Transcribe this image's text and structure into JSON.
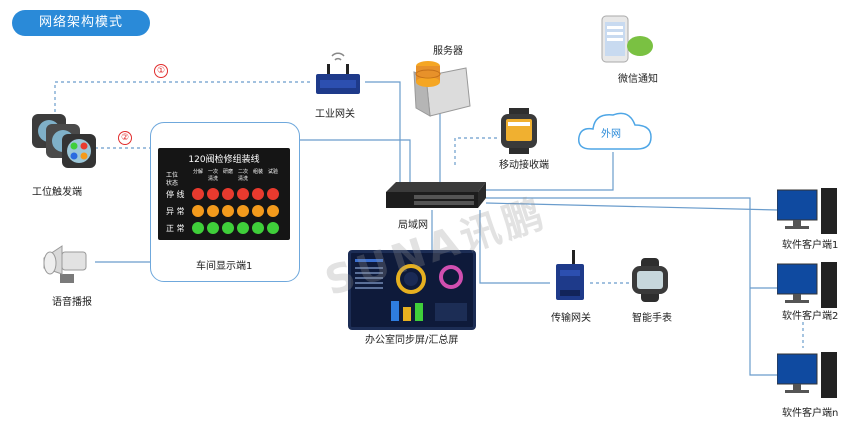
{
  "title": "网络架构模式",
  "labels": {
    "server": "服务器",
    "wechat": "微信通知",
    "industrial_gateway": "工业网关",
    "mobile_receiver": "移动接收端",
    "external_network": "外网",
    "lan": "局域网",
    "station_trigger": "工位触发端",
    "workshop_display": "车间显示端1",
    "voice_broadcast": "语音播报",
    "office_screen": "办公室同步屏/汇总屏",
    "transmission_gateway": "传输网关",
    "smart_watch": "智能手表",
    "client_1": "软件客户端1",
    "client_2": "软件客户端2",
    "client_n": "软件客户端n"
  },
  "markers": {
    "one": "①",
    "two": "②"
  },
  "board": {
    "title": "120阀检修组装线",
    "header_status": "状态",
    "header_station": "工位",
    "columns": [
      "分解",
      "一次清洗",
      "研磨",
      "二次清洗",
      "组装",
      "试验"
    ],
    "rows": [
      {
        "status": "停 线",
        "color": "#e83a2e"
      },
      {
        "status": "异 常",
        "color": "#f39a1c"
      },
      {
        "status": "正 常",
        "color": "#3fcf3a"
      }
    ]
  },
  "watermark": "SUNA讯鹏",
  "colors": {
    "accent": "#2a8ad8",
    "wire": "#6a9ccc",
    "box_border": "#6fa8dc"
  }
}
